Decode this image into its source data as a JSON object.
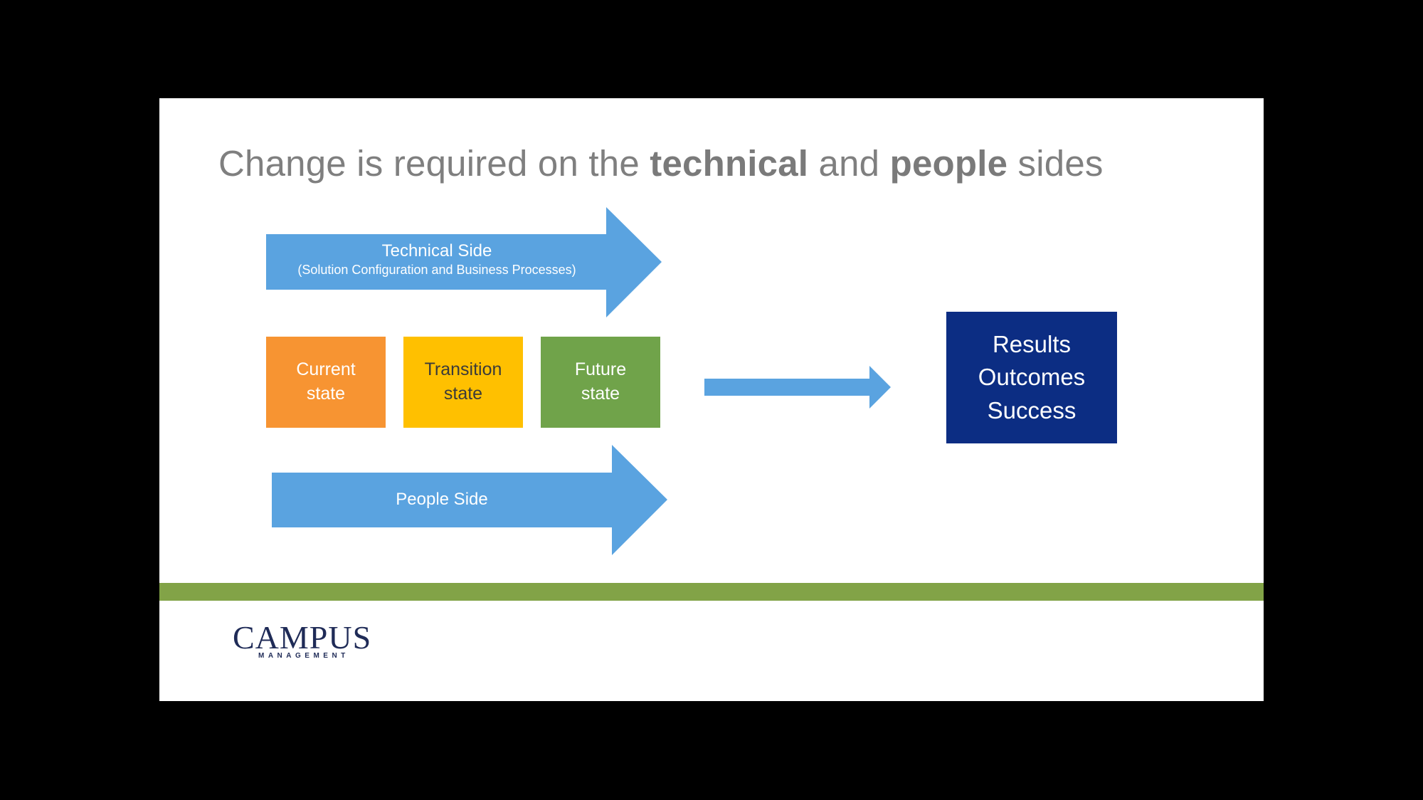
{
  "slide": {
    "title_prefix": "Change is required on the ",
    "title_bold_1": "technical",
    "title_middle": " and ",
    "title_bold_2": "people",
    "title_suffix": " sides"
  },
  "technical_arrow": {
    "label": "Technical Side",
    "sublabel": "(Solution Configuration and Business Processes)"
  },
  "people_arrow": {
    "label": "People Side"
  },
  "states": [
    {
      "line1": "Current",
      "line2": "state",
      "color": "#f79432",
      "text_color": "#ffffff"
    },
    {
      "line1": "Transition",
      "line2": "state",
      "color": "#ffc000",
      "text_color": "#3a3a3a"
    },
    {
      "line1": "Future",
      "line2": "state",
      "color": "#70a34a",
      "text_color": "#ffffff"
    }
  ],
  "results_box": {
    "lines": [
      "Results",
      "Outcomes",
      "Success"
    ],
    "color": "#0c2d83"
  },
  "colors": {
    "arrow_blue": "#5aa3e0",
    "accent_bar": "#82a347",
    "background": "#000000"
  },
  "logo": {
    "word": "CAMPUS",
    "tagline": "MANAGEMENT"
  }
}
